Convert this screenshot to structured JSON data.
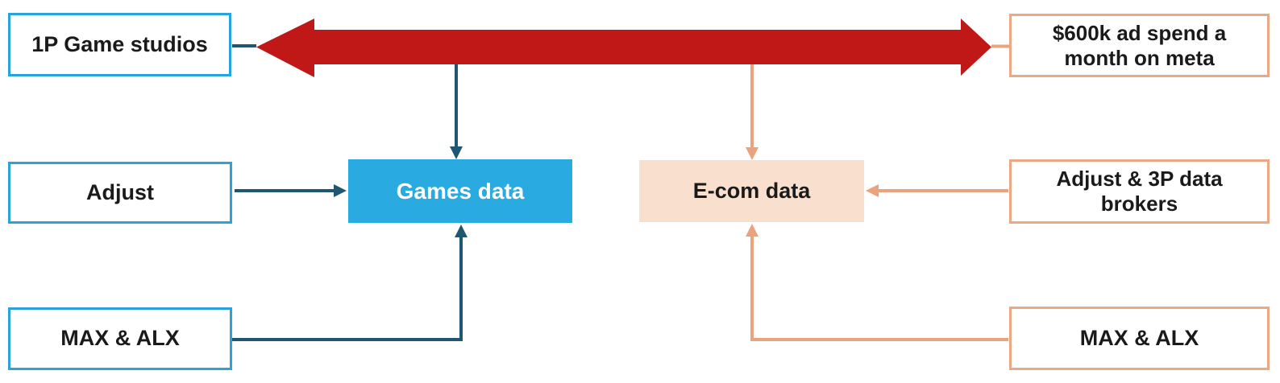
{
  "diagram": {
    "left_column": [
      {
        "label": "1P Game studios"
      },
      {
        "label": "Adjust"
      },
      {
        "label": "MAX & ALX"
      }
    ],
    "center_nodes": [
      {
        "label": "Games data"
      },
      {
        "label": "E-com data"
      }
    ],
    "right_column": [
      {
        "label": "$600k ad spend a month on meta"
      },
      {
        "label": "Adjust & 3P data brokers"
      },
      {
        "label": "MAX & ALX"
      }
    ],
    "colors": {
      "red_arrow": "#c01717",
      "dark_blue_line": "#1f5672",
      "peach_line": "#e9a37f",
      "blue_box_border": "#2aa3dc",
      "peach_box_border": "#e9a987",
      "games_fill": "#29abe2",
      "ecom_fill": "#f9e0ce",
      "text": "#1a1a1a",
      "games_text": "#ffffff"
    }
  }
}
